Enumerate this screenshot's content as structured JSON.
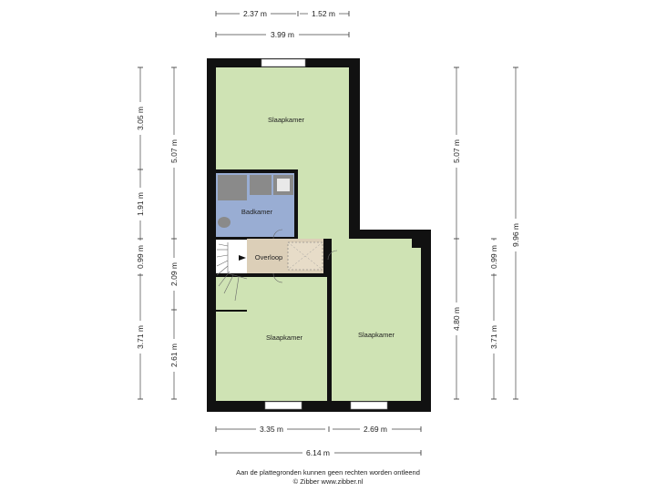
{
  "dimensions": {
    "top_left": "2.37 m",
    "top_right": "1.52 m",
    "top_total": "3.99 m",
    "left_outer_a": "3.05 m",
    "left_outer_b": "1.91 m",
    "left_outer_c": "0.99 m",
    "left_outer_d": "3.71 m",
    "left_inner_a": "5.07 m",
    "left_inner_b": "2.09 m",
    "left_inner_c": "2.61 m",
    "right_inner_a": "5.07 m",
    "right_inner_b": "4.80 m",
    "right_mid_a": "0.99 m",
    "right_mid_b": "3.71 m",
    "right_outer": "9.96 m",
    "bottom_left": "3.35 m",
    "bottom_right": "2.69 m",
    "bottom_total": "6.14 m"
  },
  "rooms": {
    "top_bedroom": "Slaapkamer",
    "bathroom": "Badkamer",
    "landing": "Overloop",
    "bottom_left_bedroom": "Slaapkamer",
    "bottom_right_bedroom": "Slaapkamer"
  },
  "colors": {
    "bedroom": "#cfe3b4",
    "bathroom": "#99add3",
    "landing": "#dccfb8",
    "wall": "#111111"
  },
  "footer": {
    "disclaimer": "Aan de plattegronden kunnen geen rechten worden ontleend",
    "credit": "© Zibber www.zibber.nl"
  }
}
